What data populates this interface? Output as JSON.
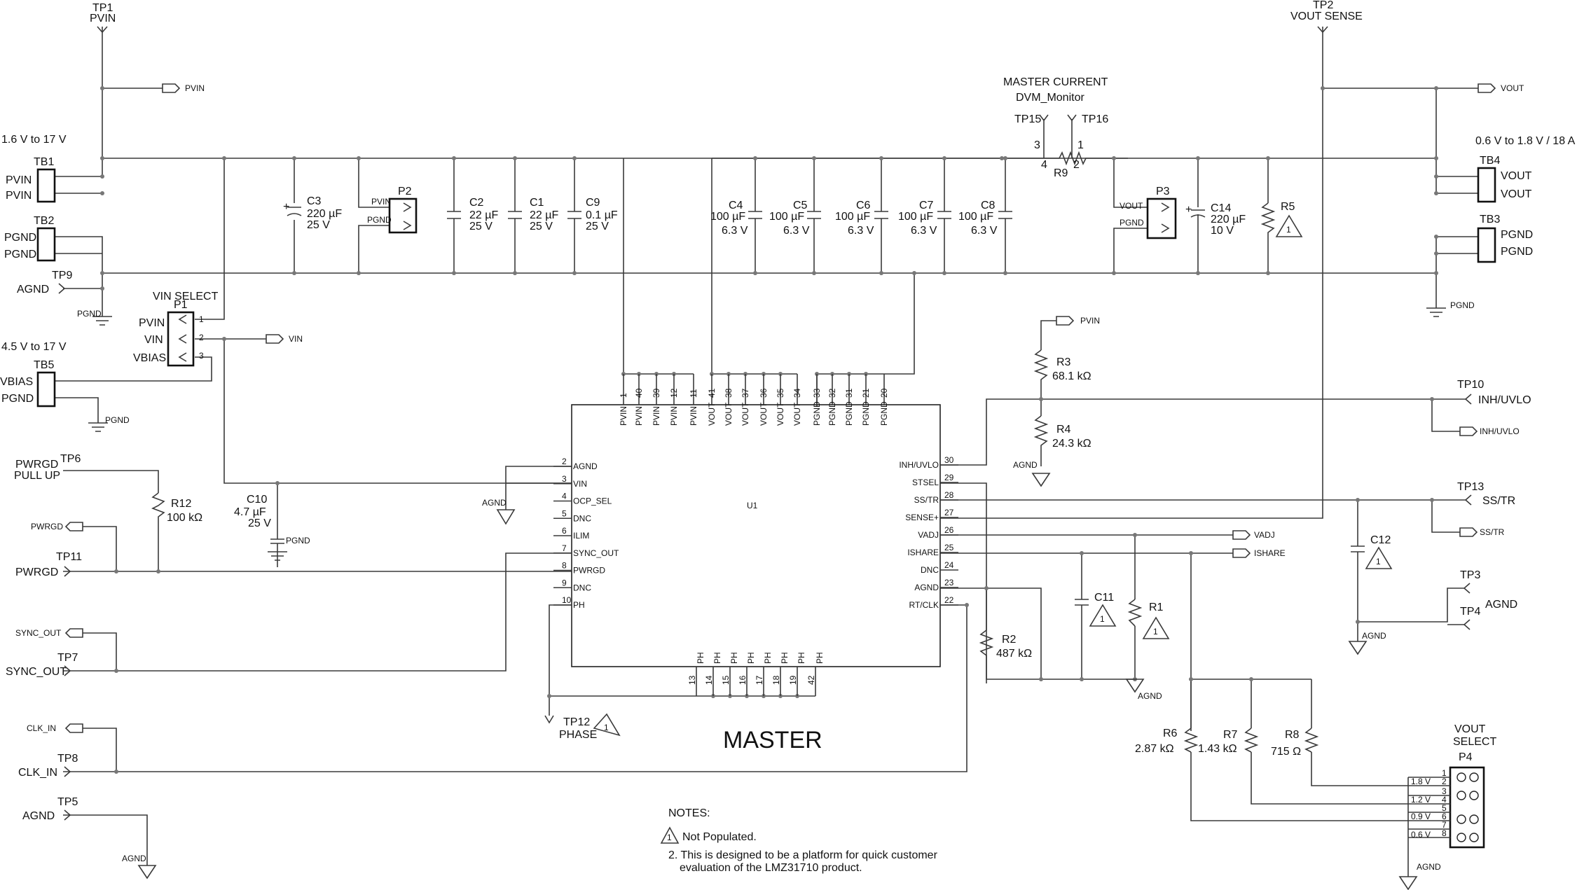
{
  "testpoints": {
    "tp1": "TP1",
    "tp1_net": "PVIN",
    "tp2": "TP2",
    "tp2_net": "VOUT SENSE",
    "tp3": "TP3",
    "tp4": "TP4",
    "tp34_net": "AGND",
    "tp5": "TP5",
    "tp5_net": "AGND",
    "tp6": "TP6",
    "tp6_net1": "PWRGD",
    "tp6_net2": "PULL UP",
    "tp7": "TP7",
    "tp7_net": "SYNC_OUT",
    "tp8": "TP8",
    "tp8_net": "CLK_IN",
    "tp9": "TP9",
    "tp9_net": "AGND",
    "tp10": "TP10",
    "tp10_net": "INH/UVLO",
    "tp11": "TP11",
    "tp11_net": "PWRGD",
    "tp12": "TP12",
    "tp12_net": "PHASE",
    "tp13": "TP13",
    "tp13_net": "SS/TR",
    "tp15": "TP15",
    "tp16": "TP16"
  },
  "ranges": {
    "pvin_range": "1.6 V to 17 V",
    "vbias_range": "4.5 V to 17 V",
    "vout_range": "0.6 V to 1.8 V / 18 A"
  },
  "connectors": {
    "tb1": "TB1",
    "tb1_p1": "PVIN",
    "tb1_p2": "PVIN",
    "tb2": "TB2",
    "tb2_p1": "PGND",
    "tb2_p2": "PGND",
    "tb3": "TB3",
    "tb3_p1": "PGND",
    "tb3_p2": "PGND",
    "tb4": "TB4",
    "tb4_p1": "VOUT",
    "tb4_p2": "VOUT",
    "tb5": "TB5",
    "tb5_p1": "VBIAS",
    "tb5_p2": "PGND",
    "p1_title": "VIN SELECT",
    "p1": "P1",
    "p1_pvin": "PVIN",
    "p1_vin": "VIN",
    "p1_vbias": "VBIAS",
    "p1_pin1": "1",
    "p1_pin2": "2",
    "p1_pin3": "3",
    "p2": "P2",
    "p2_pin1": "PVIN",
    "p2_pin2": "PGND",
    "p3": "P3",
    "p3_pin1": "VOUT",
    "p3_pin2": "PGND",
    "p4_title1": "VOUT",
    "p4_title2": "SELECT",
    "p4": "P4",
    "p4_v1": "1.8 V",
    "p4_v2": "1.2 V",
    "p4_v3": "0.9 V",
    "p4_v4": "0.6 V",
    "p4_pins": [
      "1",
      "2",
      "3",
      "4",
      "5",
      "6",
      "7",
      "8"
    ]
  },
  "net_flags": {
    "pvin_top": "PVIN",
    "vin_flag": "VIN",
    "vout_flag": "VOUT",
    "pvin_r3": "PVIN",
    "inh_flag": "INH/UVLO",
    "sstr_flag": "SS/TR",
    "vadj_flag": "VADJ",
    "ishare_flag": "ISHARE",
    "pwrgd_flag": "PWRGD",
    "sync_flag": "SYNC_OUT",
    "clk_flag": "CLK_IN",
    "pgnd1": "PGND",
    "pgnd2": "PGND",
    "pgnd3": "PGND",
    "pgnd4": "PGND",
    "agnd1": "AGND",
    "agnd2": "AGND",
    "agnd3": "AGND",
    "agnd4": "AGND",
    "agnd5": "AGND",
    "agnd6": "AGND"
  },
  "components": {
    "c3": "C3",
    "c3_v1": "220 µF",
    "c3_v2": "25 V",
    "c2": "C2",
    "c2_v1": "22 µF",
    "c2_v2": "25 V",
    "c1": "C1",
    "c1_v1": "22 µF",
    "c1_v2": "25 V",
    "c9": "C9",
    "c9_v1": "0.1 µF",
    "c9_v2": "25 V",
    "c4": "C4",
    "c4_v1": "100 µF",
    "c4_v2": "6.3 V",
    "c5": "C5",
    "c5_v1": "100 µF",
    "c5_v2": "6.3 V",
    "c6": "C6",
    "c6_v1": "100 µF",
    "c6_v2": "6.3 V",
    "c7": "C7",
    "c7_v1": "100 µF",
    "c7_v2": "6.3 V",
    "c8": "C8",
    "c8_v1": "100 µF",
    "c8_v2": "6.3 V",
    "c14": "C14",
    "c14_v1": "220 µF",
    "c14_v2": "10 V",
    "c10": "C10",
    "c10_v1": "4.7 µF",
    "c10_v2": "25 V",
    "c11": "C11",
    "c12": "C12",
    "r5": "R5",
    "r9": "R9",
    "r9_p3": "3",
    "r9_p4": "4",
    "r9_p1": "1",
    "r9_p2": "2",
    "r3": "R3",
    "r3_v": "68.1 kΩ",
    "r4": "R4",
    "r4_v": "24.3 kΩ",
    "r2": "R2",
    "r2_v": "487 kΩ",
    "r1": "R1",
    "r12": "R12",
    "r12_v": "100 kΩ",
    "r6": "R6",
    "r6_v": "2.87 kΩ",
    "r7": "R7",
    "r7_v": "1.43 kΩ",
    "r8": "R8",
    "r8_v": "715 Ω",
    "np_mark": "1",
    "master_current_1": "MASTER CURRENT",
    "master_current_2": "DVM_Monitor"
  },
  "ic": {
    "ref": "U1",
    "top_pins": [
      {
        "num": "1",
        "name": "PVIN"
      },
      {
        "num": "40",
        "name": "PVIN"
      },
      {
        "num": "39",
        "name": "PVIN"
      },
      {
        "num": "12",
        "name": "PVIN"
      },
      {
        "num": "11",
        "name": "PVIN"
      },
      {
        "num": "41",
        "name": "VOUT"
      },
      {
        "num": "38",
        "name": "VOUT"
      },
      {
        "num": "37",
        "name": "VOUT"
      },
      {
        "num": "36",
        "name": "VOUT"
      },
      {
        "num": "35",
        "name": "VOUT"
      },
      {
        "num": "34",
        "name": "VOUT"
      },
      {
        "num": "33",
        "name": "PGND"
      },
      {
        "num": "32",
        "name": "PGND"
      },
      {
        "num": "31",
        "name": "PGND"
      },
      {
        "num": "21",
        "name": "PGND"
      },
      {
        "num": "20",
        "name": "PGND"
      }
    ],
    "left_pins": [
      {
        "num": "2",
        "name": "AGND"
      },
      {
        "num": "3",
        "name": "VIN"
      },
      {
        "num": "4",
        "name": "OCP_SEL"
      },
      {
        "num": "5",
        "name": "DNC"
      },
      {
        "num": "6",
        "name": "ILIM"
      },
      {
        "num": "7",
        "name": "SYNC_OUT"
      },
      {
        "num": "8",
        "name": "PWRGD"
      },
      {
        "num": "9",
        "name": "DNC"
      },
      {
        "num": "10",
        "name": "PH"
      }
    ],
    "right_pins": [
      {
        "num": "30",
        "name": "INH/UVLO"
      },
      {
        "num": "29",
        "name": "STSEL"
      },
      {
        "num": "28",
        "name": "SS/TR"
      },
      {
        "num": "27",
        "name": "SENSE+"
      },
      {
        "num": "26",
        "name": "VADJ"
      },
      {
        "num": "25",
        "name": "ISHARE"
      },
      {
        "num": "24",
        "name": "DNC"
      },
      {
        "num": "23",
        "name": "AGND"
      },
      {
        "num": "22",
        "name": "RT/CLK"
      }
    ],
    "bottom_pins": [
      {
        "num": "13",
        "name": "PH"
      },
      {
        "num": "14",
        "name": "PH"
      },
      {
        "num": "15",
        "name": "PH"
      },
      {
        "num": "16",
        "name": "PH"
      },
      {
        "num": "17",
        "name": "PH"
      },
      {
        "num": "18",
        "name": "PH"
      },
      {
        "num": "19",
        "name": "PH"
      },
      {
        "num": "42",
        "name": "PH"
      }
    ]
  },
  "title": "MASTER",
  "notes": {
    "heading": "NOTES:",
    "note1_num": "1",
    "note1": "Not Populated.",
    "note2_line1": "2. This is designed to be a platform for quick customer",
    "note2_line2": "evaluation of the LMZ31710 product."
  }
}
